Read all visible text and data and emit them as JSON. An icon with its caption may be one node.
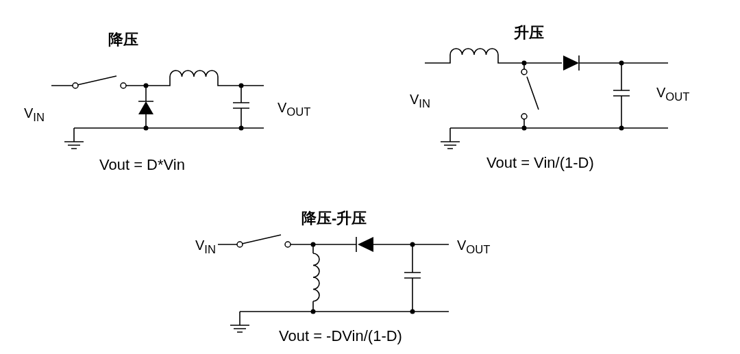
{
  "diagram": {
    "labels": [
      "降压",
      "V$_{IN}$",
      "V$_{OUT}$",
      "Vout = D*Vin",
      "升压",
      "V$_{IN}$",
      "V$_{OUT}$",
      "Vout = Vin/(1-D)",
      "降压-升压",
      "V$_{IN}$",
      "V$_{OUT}$",
      "Vout = -DVin/(1-D)"
    ]
  }
}
